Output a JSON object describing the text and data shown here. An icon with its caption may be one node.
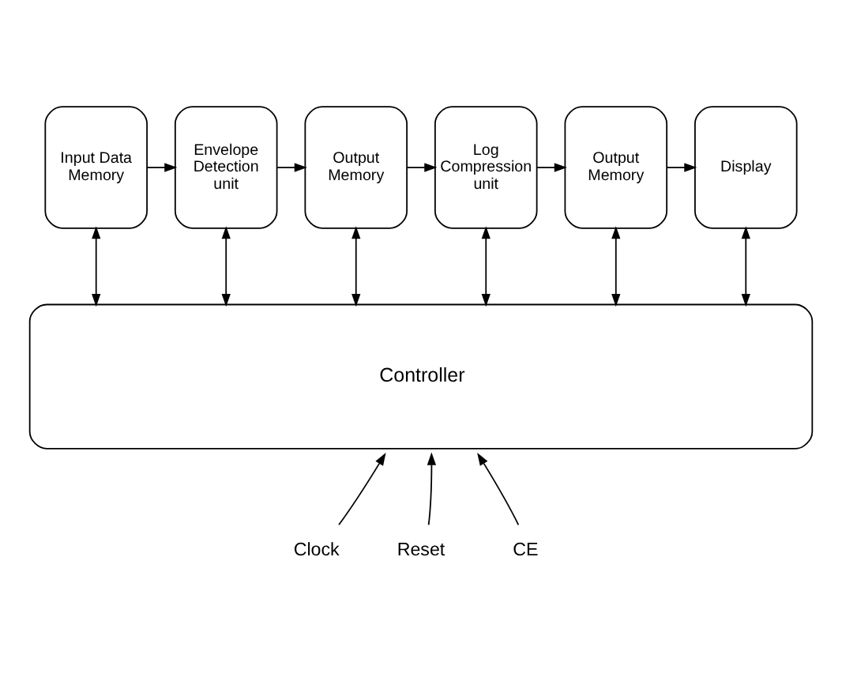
{
  "diagram": {
    "nodes": [
      {
        "text": [
          "Input Data Memory"
        ]
      },
      {
        "text": [
          "Envelope Detection unit"
        ]
      },
      {
        "text": [
          "Output Memory"
        ]
      },
      {
        "text": [
          "Log Compression unit"
        ]
      },
      {
        "text": [
          "Output Memory"
        ]
      },
      {
        "text": [
          "Display"
        ]
      },
      {
        "text": [
          "Controller"
        ]
      },
      {
        "text": [
          "Clock"
        ]
      },
      {
        "text": [
          "Reset"
        ]
      },
      {
        "text": [
          "CE"
        ]
      }
    ],
    "edges": [
      {
        "from": 0,
        "to": 1,
        "arrow": "to"
      },
      {
        "from": 1,
        "to": 2,
        "arrow": "to"
      },
      {
        "from": 2,
        "to": 3,
        "arrow": "to"
      },
      {
        "from": 3,
        "to": 4,
        "arrow": "to"
      },
      {
        "from": 4,
        "to": 5,
        "arrow": "to"
      },
      {
        "from": 0,
        "to": 6,
        "arrow": "both"
      },
      {
        "from": 1,
        "to": 6,
        "arrow": "both"
      },
      {
        "from": 2,
        "to": 6,
        "arrow": "both"
      },
      {
        "from": 3,
        "to": 6,
        "arrow": "both"
      },
      {
        "from": 4,
        "to": 6,
        "arrow": "both"
      },
      {
        "from": 5,
        "to": 6,
        "arrow": "both"
      },
      {
        "from": 7,
        "to": 6,
        "arrow": "to"
      },
      {
        "from": 8,
        "to": 6,
        "arrow": "to"
      },
      {
        "from": 9,
        "to": 6,
        "arrow": "to"
      }
    ]
  }
}
